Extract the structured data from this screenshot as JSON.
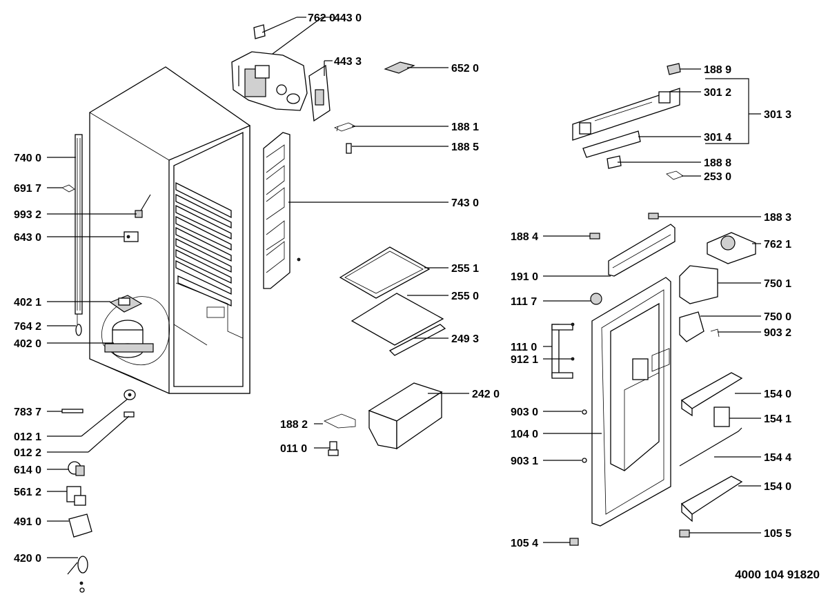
{
  "document_number": "4000 104 91820",
  "callouts": [
    {
      "id": "c-7620",
      "text": "762 0"
    },
    {
      "id": "c-4430",
      "text": "443 0"
    },
    {
      "id": "c-4433",
      "text": "443 3"
    },
    {
      "id": "c-6520",
      "text": "652 0"
    },
    {
      "id": "c-1881",
      "text": "188 1"
    },
    {
      "id": "c-1885",
      "text": "188 5"
    },
    {
      "id": "c-7430",
      "text": "743 0"
    },
    {
      "id": "c-2551",
      "text": "255 1"
    },
    {
      "id": "c-2550",
      "text": "255 0"
    },
    {
      "id": "c-2493",
      "text": "249 3"
    },
    {
      "id": "c-2420",
      "text": "242 0"
    },
    {
      "id": "c-1882",
      "text": "188 2"
    },
    {
      "id": "c-0110",
      "text": "011 0"
    },
    {
      "id": "c-7400",
      "text": "740 0"
    },
    {
      "id": "c-6917",
      "text": "691 7"
    },
    {
      "id": "c-9932",
      "text": "993 2"
    },
    {
      "id": "c-6430",
      "text": "643 0"
    },
    {
      "id": "c-4021",
      "text": "402 1"
    },
    {
      "id": "c-7642",
      "text": "764 2"
    },
    {
      "id": "c-4020",
      "text": "402 0"
    },
    {
      "id": "c-7837",
      "text": "783 7"
    },
    {
      "id": "c-0121",
      "text": "012 1"
    },
    {
      "id": "c-0122",
      "text": "012 2"
    },
    {
      "id": "c-6140",
      "text": "614 0"
    },
    {
      "id": "c-5612",
      "text": "561 2"
    },
    {
      "id": "c-4910",
      "text": "491 0"
    },
    {
      "id": "c-4200",
      "text": "420 0"
    },
    {
      "id": "c-1889",
      "text": "188 9"
    },
    {
      "id": "c-3012",
      "text": "301 2"
    },
    {
      "id": "c-3013",
      "text": "301 3"
    },
    {
      "id": "c-3014",
      "text": "301 4"
    },
    {
      "id": "c-1888",
      "text": "188 8"
    },
    {
      "id": "c-2530",
      "text": "253 0"
    },
    {
      "id": "c-1883",
      "text": "188 3"
    },
    {
      "id": "c-1884",
      "text": "188 4"
    },
    {
      "id": "c-7621",
      "text": "762 1"
    },
    {
      "id": "c-1910",
      "text": "191 0"
    },
    {
      "id": "c-7501",
      "text": "750 1"
    },
    {
      "id": "c-1117",
      "text": "111 7"
    },
    {
      "id": "c-7500",
      "text": "750 0"
    },
    {
      "id": "c-9032",
      "text": "903 2"
    },
    {
      "id": "c-1110",
      "text": "111 0"
    },
    {
      "id": "c-9121",
      "text": "912 1"
    },
    {
      "id": "c-1540a",
      "text": "154 0"
    },
    {
      "id": "c-9030",
      "text": "903 0"
    },
    {
      "id": "c-1541",
      "text": "154 1"
    },
    {
      "id": "c-1040",
      "text": "104 0"
    },
    {
      "id": "c-9031",
      "text": "903 1"
    },
    {
      "id": "c-1544",
      "text": "154 4"
    },
    {
      "id": "c-1540b",
      "text": "154 0"
    },
    {
      "id": "c-1054",
      "text": "105 4"
    },
    {
      "id": "c-1055",
      "text": "105 5"
    }
  ]
}
